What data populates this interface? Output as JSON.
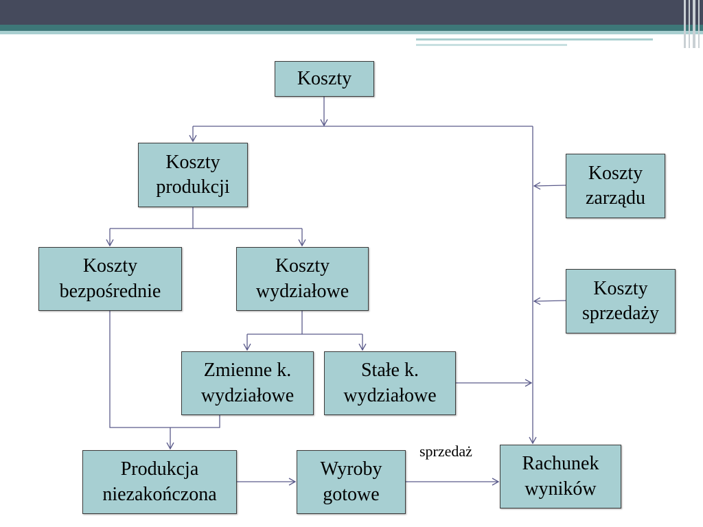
{
  "nodes": {
    "koszty": "Koszty",
    "koszty_produkcji": "Koszty\nprodukcji",
    "koszty_zarzadu": "Koszty\nzarządu",
    "koszty_bezposrednie": "Koszty\nbezpośrednie",
    "koszty_wydzialowe": "Koszty\nwydziałowe",
    "koszty_sprzedazy": "Koszty\nsprzedaży",
    "zmienne_k_wydzialowe": "Zmienne k.\nwydziałowe",
    "stale_k_wydzialowe": "Stałe k.\nwydziałowe",
    "produkcja_niezakonczona": "Produkcja\nniezakończona",
    "wyroby_gotowe": "Wyroby\ngotowe",
    "rachunek_wynikow": "Rachunek\nwyników"
  },
  "edge_labels": {
    "sprzedaz": "sprzedaż"
  },
  "colors": {
    "node_fill": "#a7cfd2",
    "node_border": "#3a3a3a",
    "connector": "#5a5a8a",
    "banner_dark": "#454a5c",
    "banner_teal": "#3d7778"
  }
}
